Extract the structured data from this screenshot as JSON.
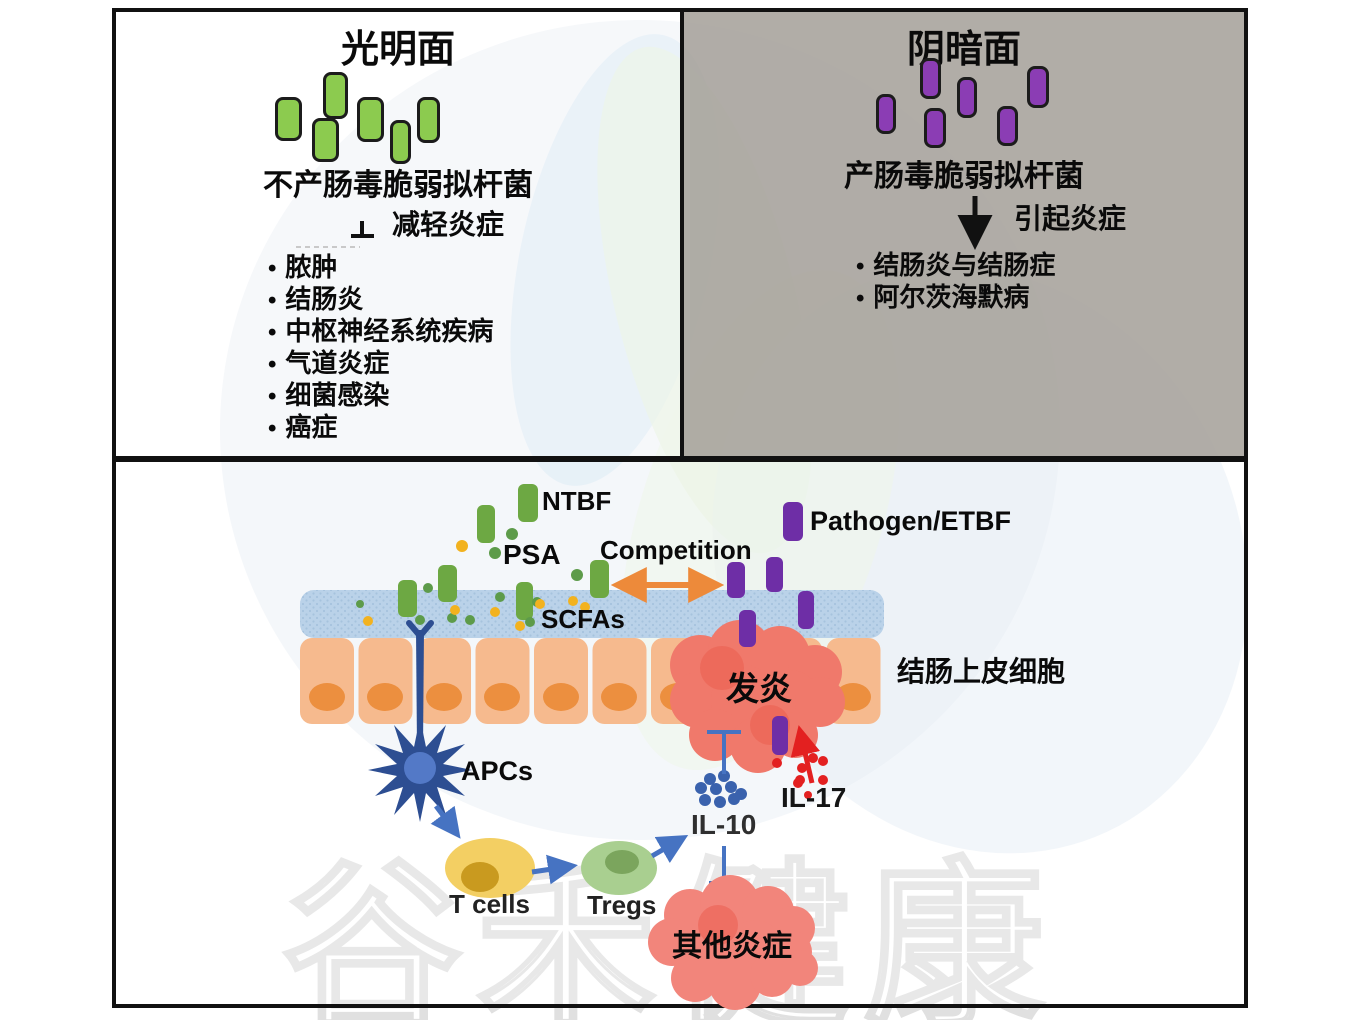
{
  "watermark": "谷禾健康",
  "colors": {
    "ntbf_green": "#8ccb4f",
    "etbf_purple": "#8b3db4",
    "solid_green": "#6da843",
    "solid_purple": "#6e2ea6",
    "mucus_blue": "#bad2e9",
    "cell_orange": "#f6ba8e",
    "nucleus_orange": "#ec8f3f",
    "inflamed_red": "#f0796b",
    "apc_blue": "#2d4e92",
    "tcell_yellow": "#f3cf63",
    "treg_green": "#a9cf90",
    "il10_blue": "#3a62ad",
    "il17_red": "#e32020",
    "arrow_blue": "#4673c2",
    "arrow_orange": "#ed8a3a",
    "dark_panel_gray": "#a8a49d"
  },
  "panels": {
    "bright": {
      "title": "光明面",
      "bacteria_label": "不产肠毒脆弱拟杆菌",
      "action_label": "减轻炎症",
      "effects": [
        "脓肿",
        "结肠炎",
        "中枢神经系统疾病",
        "气道炎症",
        "细菌感染",
        "癌症"
      ]
    },
    "dark": {
      "title": "阴暗面",
      "bacteria_label": "产肠毒脆弱拟杆菌",
      "action_label": "引起炎症",
      "effects": [
        "结肠炎与结肠症",
        "阿尔茨海默病"
      ]
    },
    "mechanism": {
      "labels": {
        "ntbf": "NTBF",
        "psa": "PSA",
        "competition": "Competition",
        "scfas": "SCFAs",
        "pathogen": "Pathogen/ETBF",
        "epithelium": "结肠上皮细胞",
        "inflammation": "发炎",
        "apcs": "APCs",
        "il10": "IL-10",
        "il17": "IL-17",
        "t_cells": "T cells",
        "tregs": "Tregs",
        "other_inflammation": "其他炎症"
      }
    }
  }
}
